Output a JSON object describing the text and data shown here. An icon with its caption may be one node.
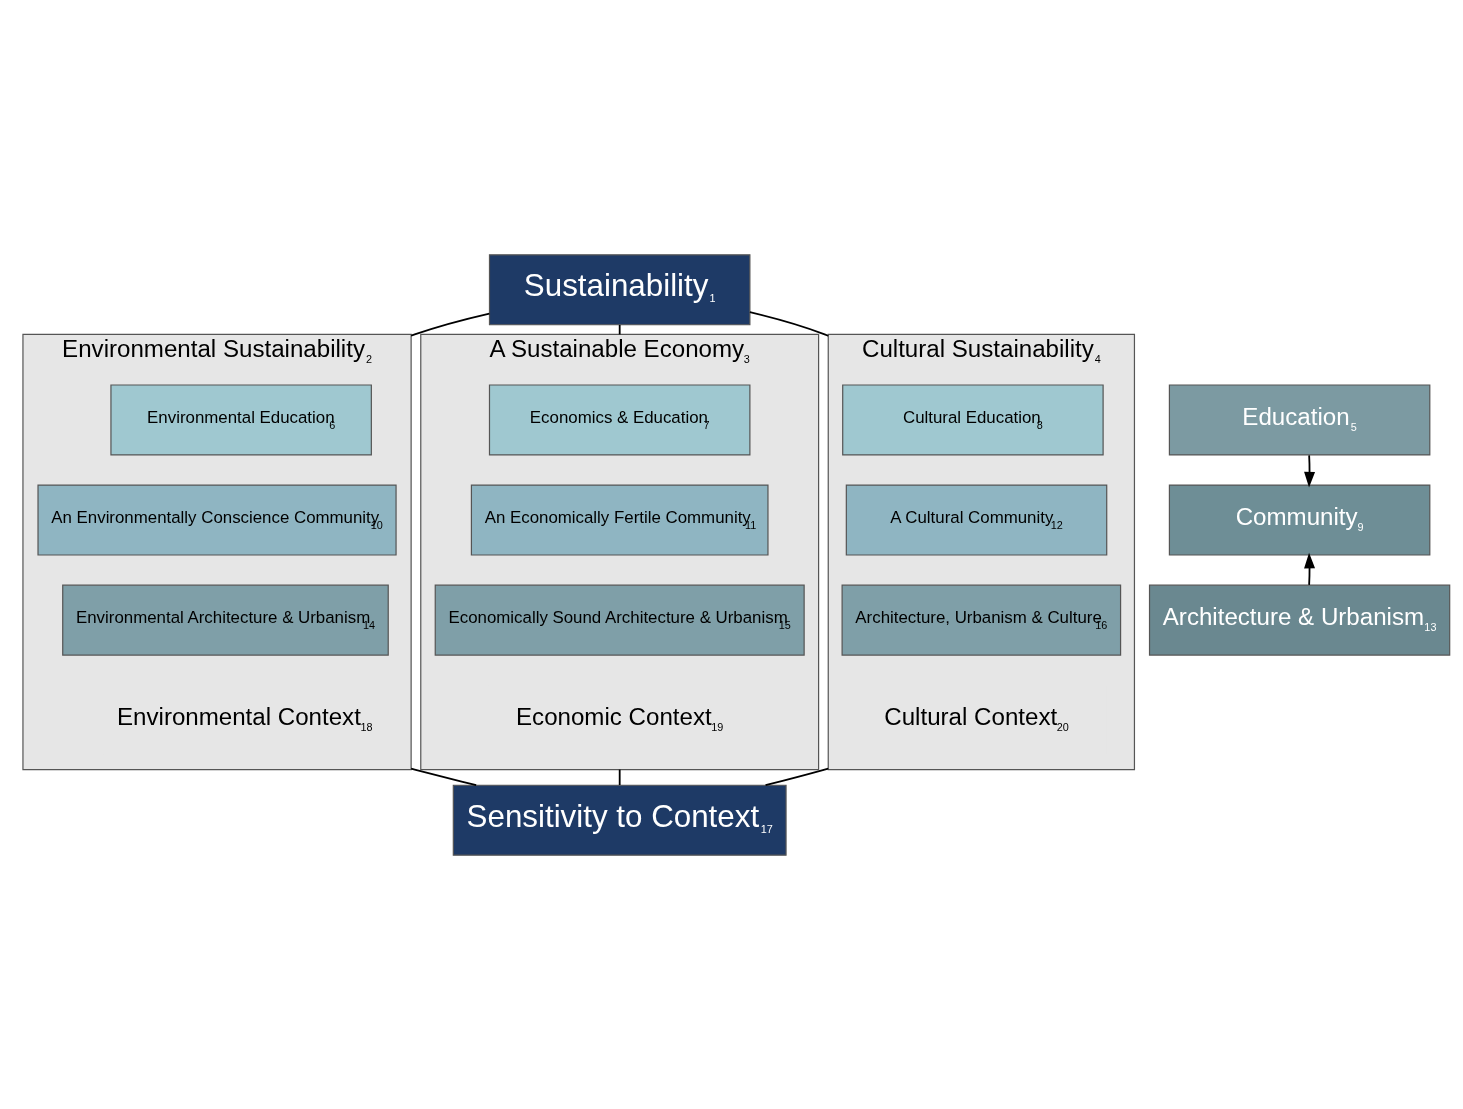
{
  "diagram": {
    "nodes": [
      {
        "text": [
          "Sustainability$_{1}$"
        ]
      },
      {
        "text": [
          "Environmental Sustainability$_{2}$"
        ]
      },
      {
        "text": [
          "Environmental Education$_{6}$"
        ],
        "in": 1
      },
      {
        "text": [
          "An Environmentally Conscience Community$_{10}$"
        ],
        "in": 1
      },
      {
        "text": [
          "Environmental Architecture & Urbanism$_{14}$"
        ],
        "in": 1
      },
      {
        "text": [
          "Environmental Context$_{18}$"
        ],
        "in": 1
      },
      {
        "text": [
          "A Sustainable Economy$_{3}$"
        ]
      },
      {
        "text": [
          "Economics & Education$_{7}$"
        ],
        "in": 6
      },
      {
        "text": [
          "An Economically Fertile Community$_{11}$"
        ],
        "in": 6
      },
      {
        "text": [
          "Economically Sound Architecture & Urbanism$_{15}$"
        ],
        "in": 6
      },
      {
        "text": [
          "Economic Context$_{19}$"
        ],
        "in": 6
      },
      {
        "text": [
          "Cultural Sustainability$_{4}$"
        ]
      },
      {
        "text": [
          "Cultural Education$_{8}$"
        ],
        "in": 11
      },
      {
        "text": [
          "A Cultural Community$_{12}$"
        ],
        "in": 11
      },
      {
        "text": [
          "Architecture, Urbanism & Culture$_{16}$"
        ],
        "in": 11
      },
      {
        "text": [
          "Cultural Context$_{20}$"
        ],
        "in": 11
      },
      {
        "text": [
          "Education$_{5}$"
        ]
      },
      {
        "text": [
          "Community$_{9}$"
        ]
      },
      {
        "text": [
          "Architecture & Urbanism$_{13}$"
        ]
      },
      {
        "text": [
          "Sensitivity to Context$_{17}$"
        ]
      }
    ],
    "edges": [
      {
        "from": 0,
        "to": 1,
        "arrow": "none"
      },
      {
        "from": 0,
        "to": 6,
        "arrow": "none"
      },
      {
        "from": 0,
        "to": 11,
        "arrow": "none"
      },
      {
        "from": 16,
        "to": 17,
        "arrow": "to"
      },
      {
        "from": 18,
        "to": 17,
        "arrow": "to"
      },
      {
        "from": 1,
        "to": 19,
        "arrow": "none"
      },
      {
        "from": 6,
        "to": 19,
        "arrow": "none"
      },
      {
        "from": 11,
        "to": 19,
        "arrow": "none"
      }
    ]
  }
}
